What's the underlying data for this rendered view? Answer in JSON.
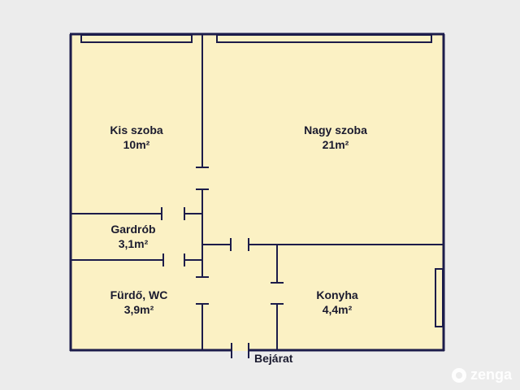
{
  "colors": {
    "floor": "#fbf1c4",
    "wall": "#1c1c4a",
    "background": "#ececec",
    "brand": "#ffffff"
  },
  "rooms": {
    "kis_szoba": {
      "name": "Kis szoba",
      "area": "10m²"
    },
    "nagy_szoba": {
      "name": "Nagy szoba",
      "area": "21m²"
    },
    "gardrob": {
      "name": "Gardrób",
      "area": "3,1m²"
    },
    "furdo": {
      "name": "Fürdő, WC",
      "area": "3,9m²"
    },
    "konyha": {
      "name": "Konyha",
      "area": "4,4m²"
    }
  },
  "entrance": {
    "label": "Bejárat"
  },
  "brand": {
    "name": "zenga",
    "icon": "zenga-logo-icon"
  }
}
